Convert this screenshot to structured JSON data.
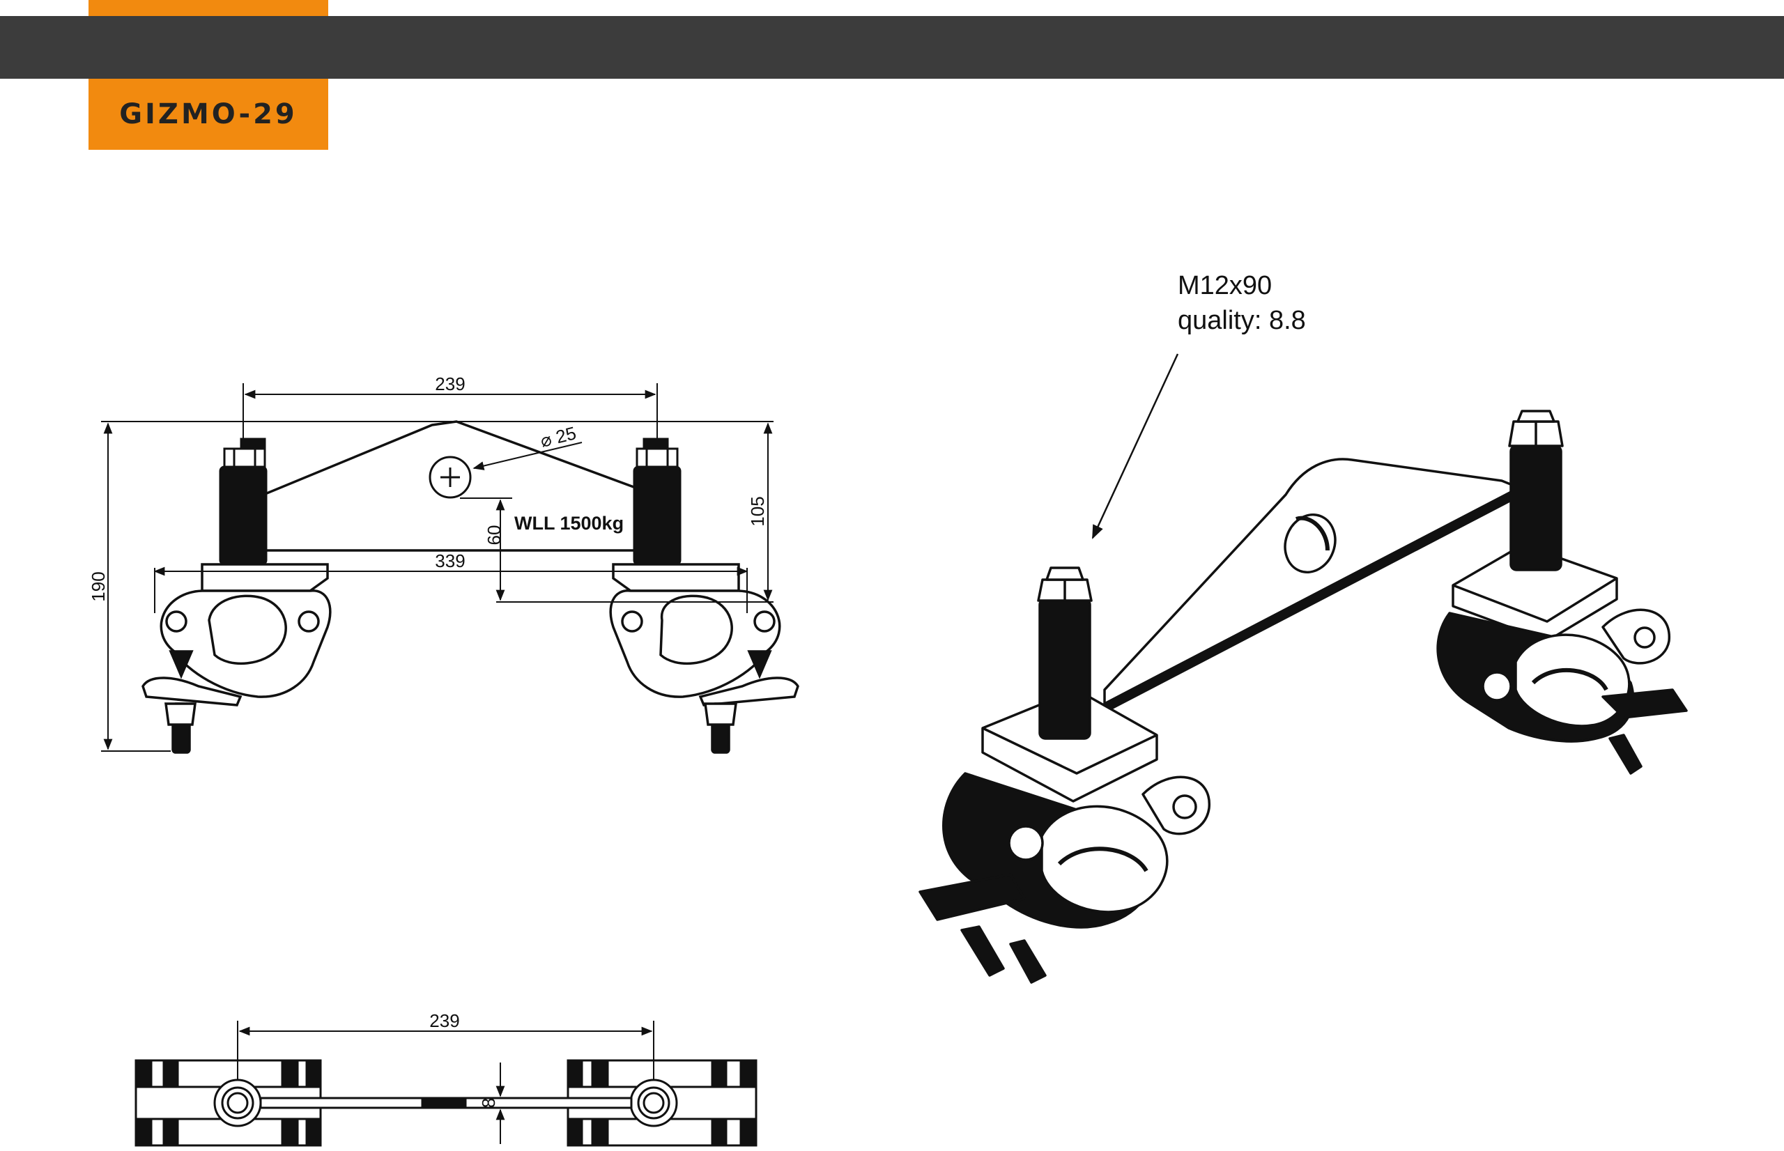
{
  "header": {
    "product_code": "GIZMO-29",
    "accent_color": "#f28a0f",
    "bar_color": "#3c3c3c"
  },
  "front_view": {
    "dim_width_top": "239",
    "dim_width_base": "339",
    "dim_height_total": "190",
    "dim_height_plate": "105",
    "dim_hole_offset": "60",
    "dim_hole_diameter": "⌀ 25",
    "load_label": "WLL 1500kg"
  },
  "top_view": {
    "dim_width": "239",
    "dim_thickness": "8"
  },
  "iso_view": {
    "bolt_spec": "M12x90",
    "bolt_quality": "quality: 8.8"
  }
}
